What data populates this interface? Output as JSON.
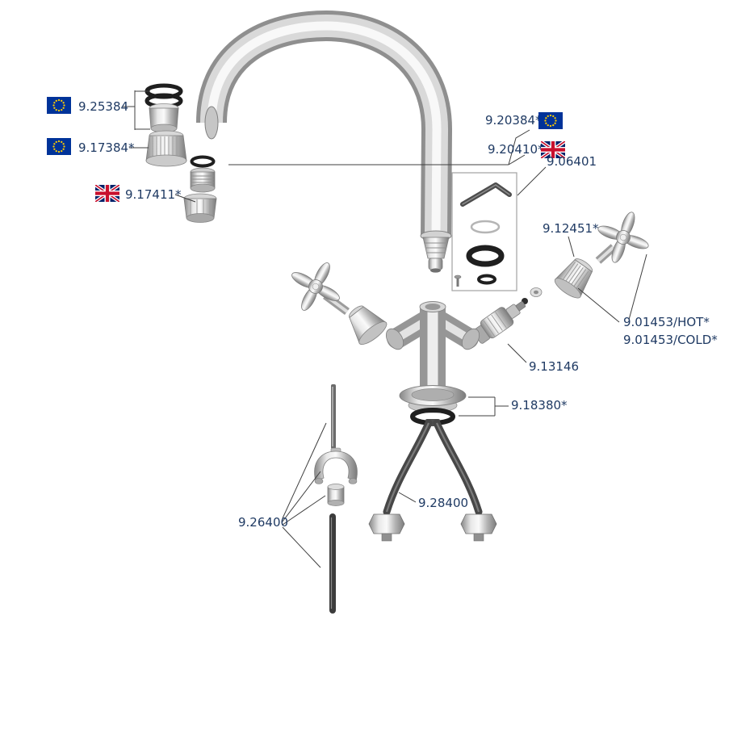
{
  "colors": {
    "label": "#1f3a63",
    "line": "#3f3f3f",
    "rubber": "#1f1f1f",
    "tube": "#474747",
    "eu_flag_blue": "#003399",
    "eu_flag_star": "#ffcc00",
    "uk_flag_blue": "#012169",
    "uk_flag_red": "#c8102e"
  },
  "labels": {
    "p925384": "9.25384",
    "p917384": "9.17384*",
    "p917411": "9.17411*",
    "p920384": "9.20384*",
    "p920410": "9.20410*",
    "p906401": "9.06401",
    "p912451": "9.12451*",
    "p901453_hot": "9.01453/HOT*",
    "p901453_cold": "9.01453/COLD*",
    "p913146": "9.13146",
    "p918380": "9.18380*",
    "p928400": "9.28400",
    "p926400": "9.26400"
  }
}
